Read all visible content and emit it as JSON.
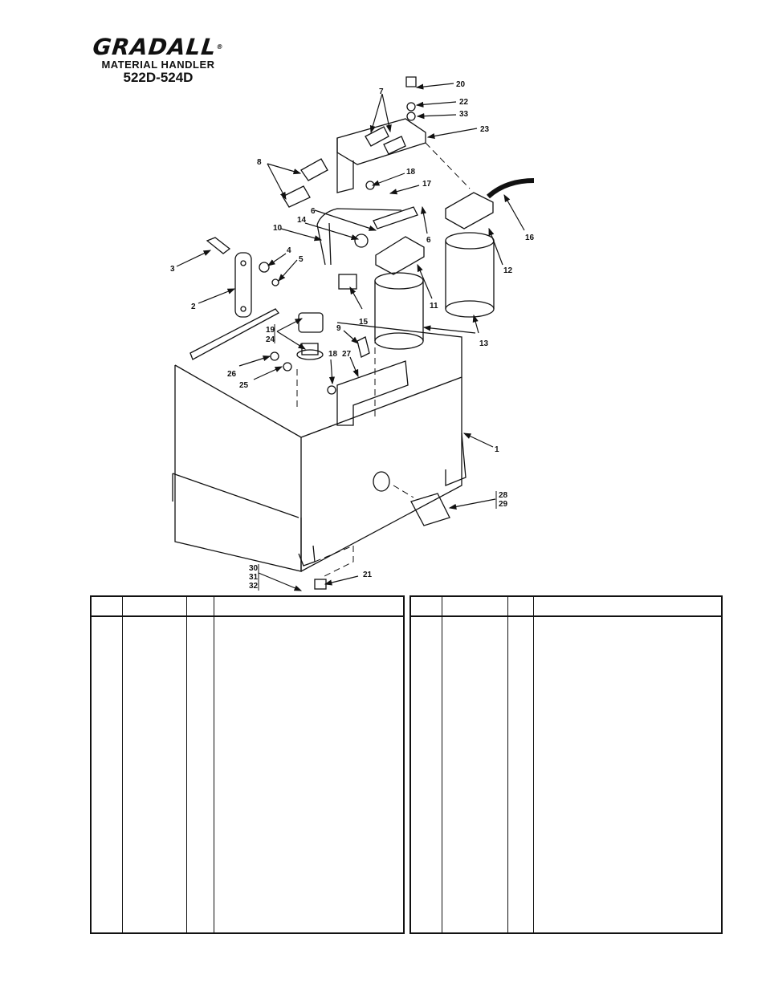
{
  "header": {
    "brand": "GRADALL",
    "registered": "®",
    "subtitle": "MATERIAL HANDLER",
    "model": "522D-524D"
  },
  "callouts": [
    "1",
    "2",
    "3",
    "4",
    "5",
    "6",
    "6",
    "7",
    "8",
    "9",
    "10",
    "11",
    "12",
    "13",
    "14",
    "15",
    "16",
    "17",
    "18",
    "18",
    "19",
    "24",
    "20",
    "21",
    "22",
    "23",
    "25",
    "26",
    "27",
    "28",
    "29",
    "30",
    "31",
    "32",
    "33"
  ],
  "tables": [
    {
      "columns": [
        "",
        "",
        "",
        ""
      ],
      "rows": []
    },
    {
      "columns": [
        "",
        "",
        "",
        ""
      ],
      "rows": []
    }
  ]
}
